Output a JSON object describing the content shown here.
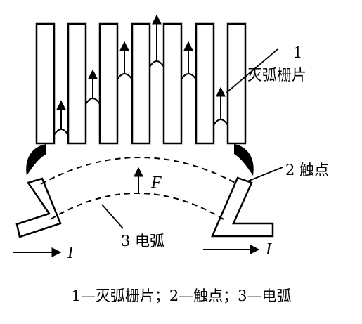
{
  "labels": {
    "grid_number": "1",
    "grid_name": "灭弧栅片",
    "contact": "2 触点",
    "arc": "3 电弧",
    "force": "F",
    "current_left": "I",
    "current_right": "I"
  },
  "caption": "1—灭弧栅片；2—触点；3—电弧",
  "plates": {
    "count": 7
  }
}
